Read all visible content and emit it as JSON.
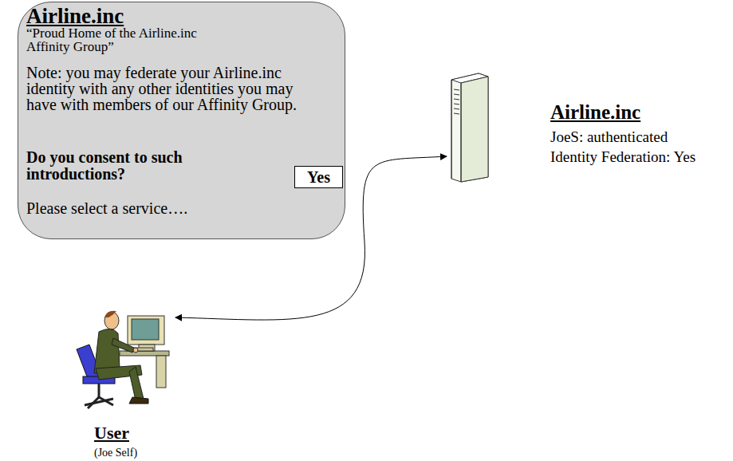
{
  "diagram": {
    "nodes": [
      {
        "text": [
          "Airline.inc",
          "“Proud Home of the Airline.inc Affinity Group”",
          "Note: you may federate your Airline.inc identity with any other identities you may have with members of our Affinity Group.",
          "Do you consent to such introductions?",
          "Please select a service…."
        ]
      },
      {
        "text": [
          "Yes"
        ],
        "in": 0
      },
      {
        "text": [
          "Airline.inc",
          "JoeS: authenticated",
          "Identity Federation: Yes"
        ]
      },
      {
        "text": [
          "User",
          "(Joe Self)"
        ]
      }
    ],
    "edges": [
      {
        "from": 3,
        "to": 2,
        "arrow": "both"
      }
    ]
  }
}
